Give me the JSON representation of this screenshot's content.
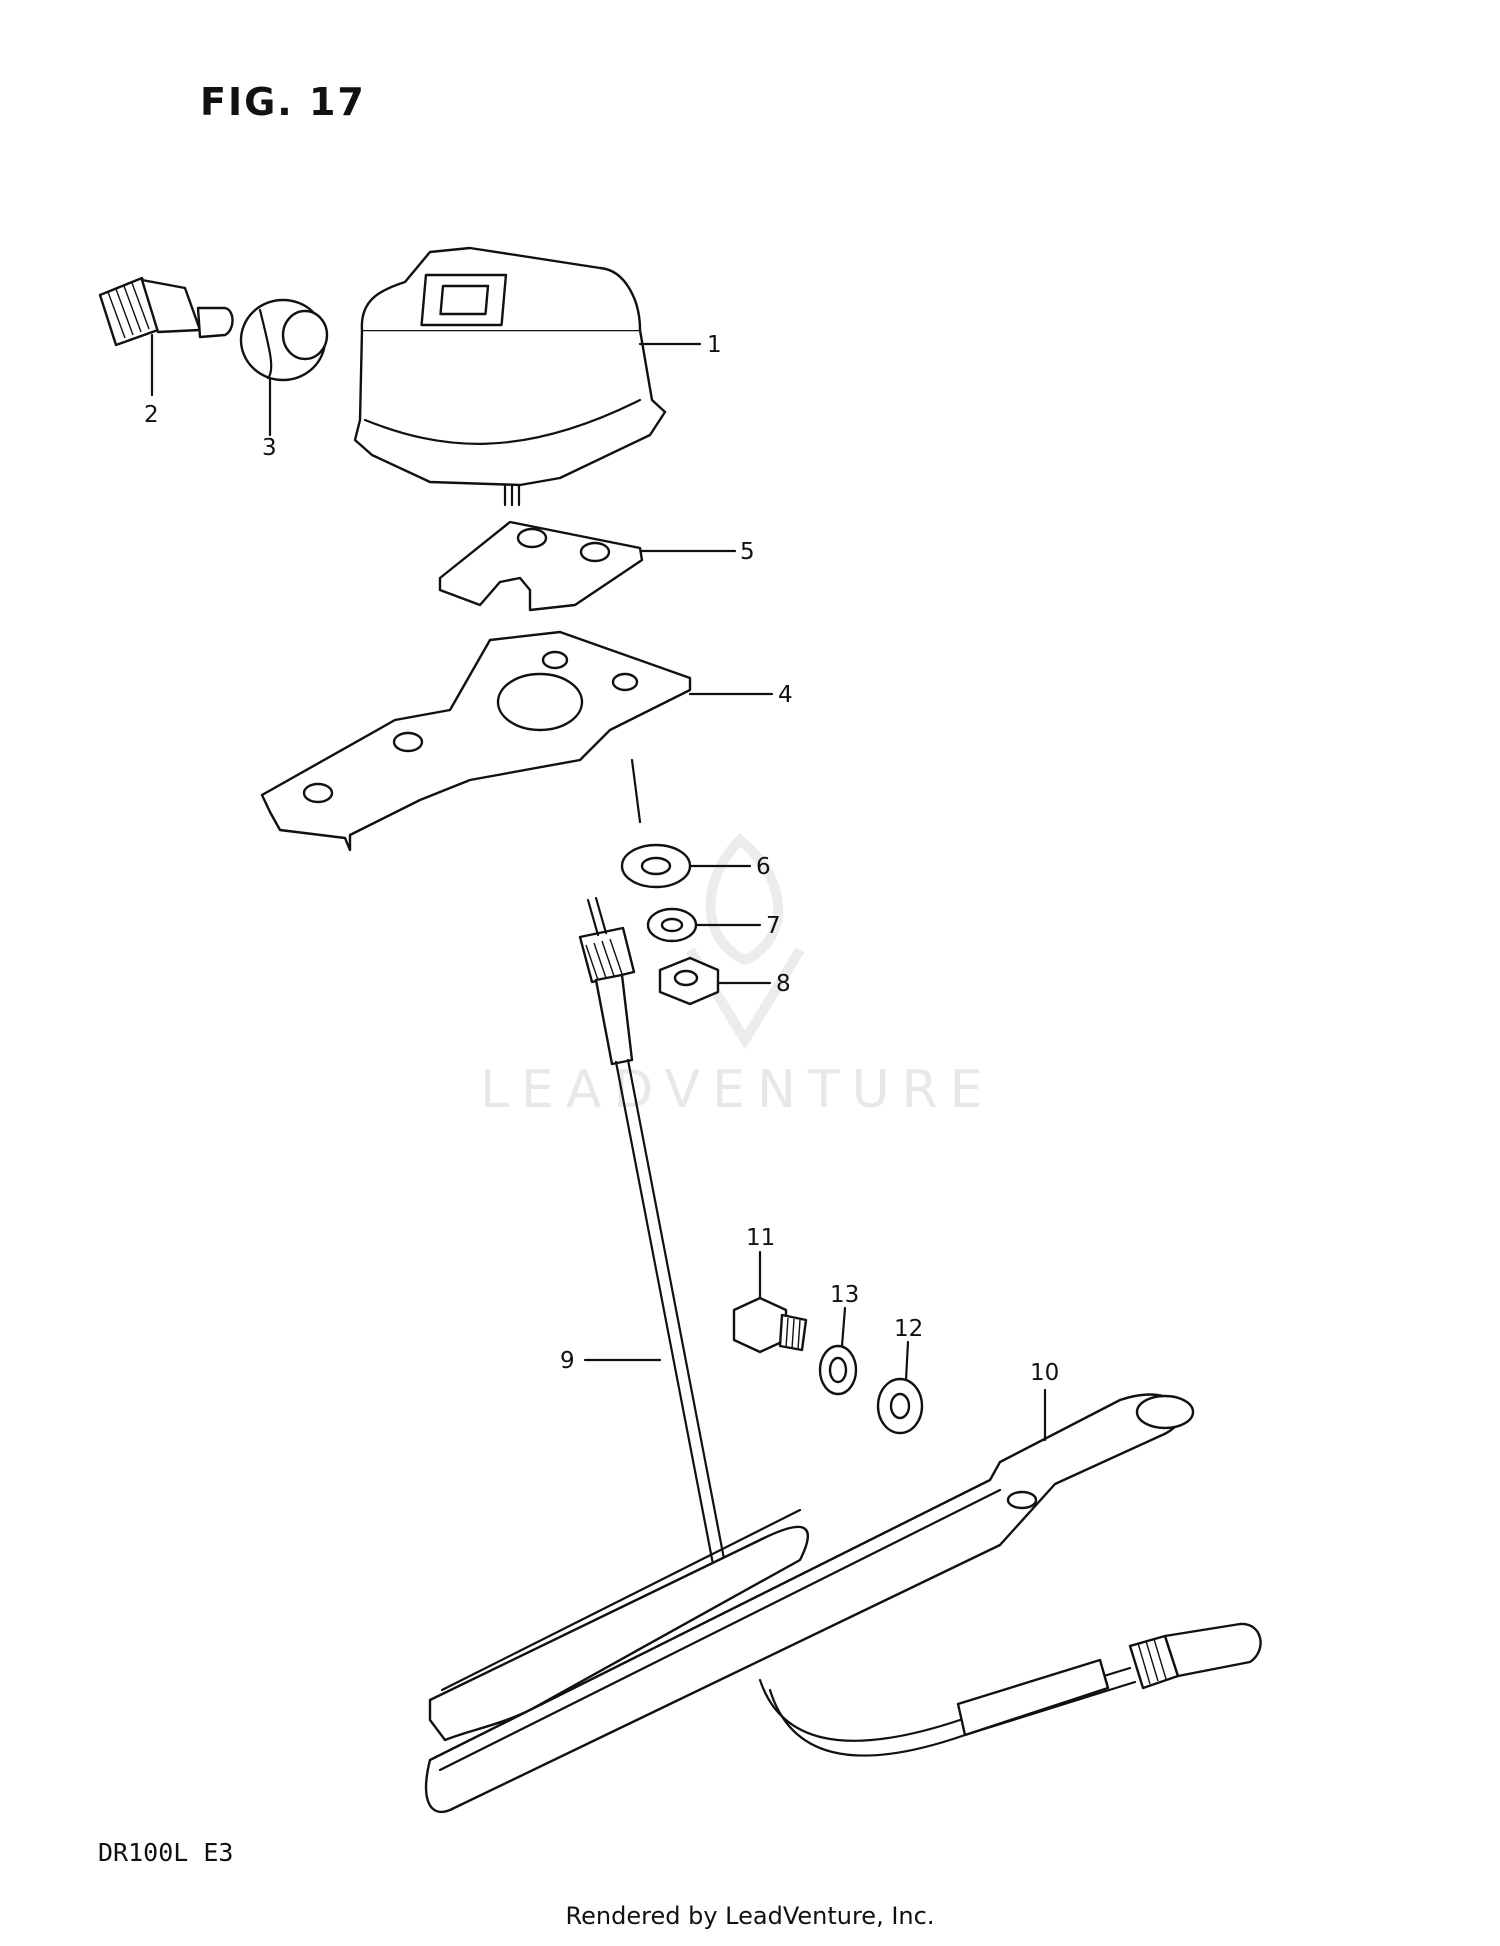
{
  "figure": {
    "title": "FIG. 17",
    "model_code": "DR100L  E3",
    "footer": "Rendered by LeadVenture, Inc.",
    "watermark": "LEADVENTURE"
  },
  "callouts": [
    "1",
    "2",
    "3",
    "4",
    "5",
    "6",
    "7",
    "8",
    "9",
    "10",
    "11",
    "12",
    "13"
  ]
}
